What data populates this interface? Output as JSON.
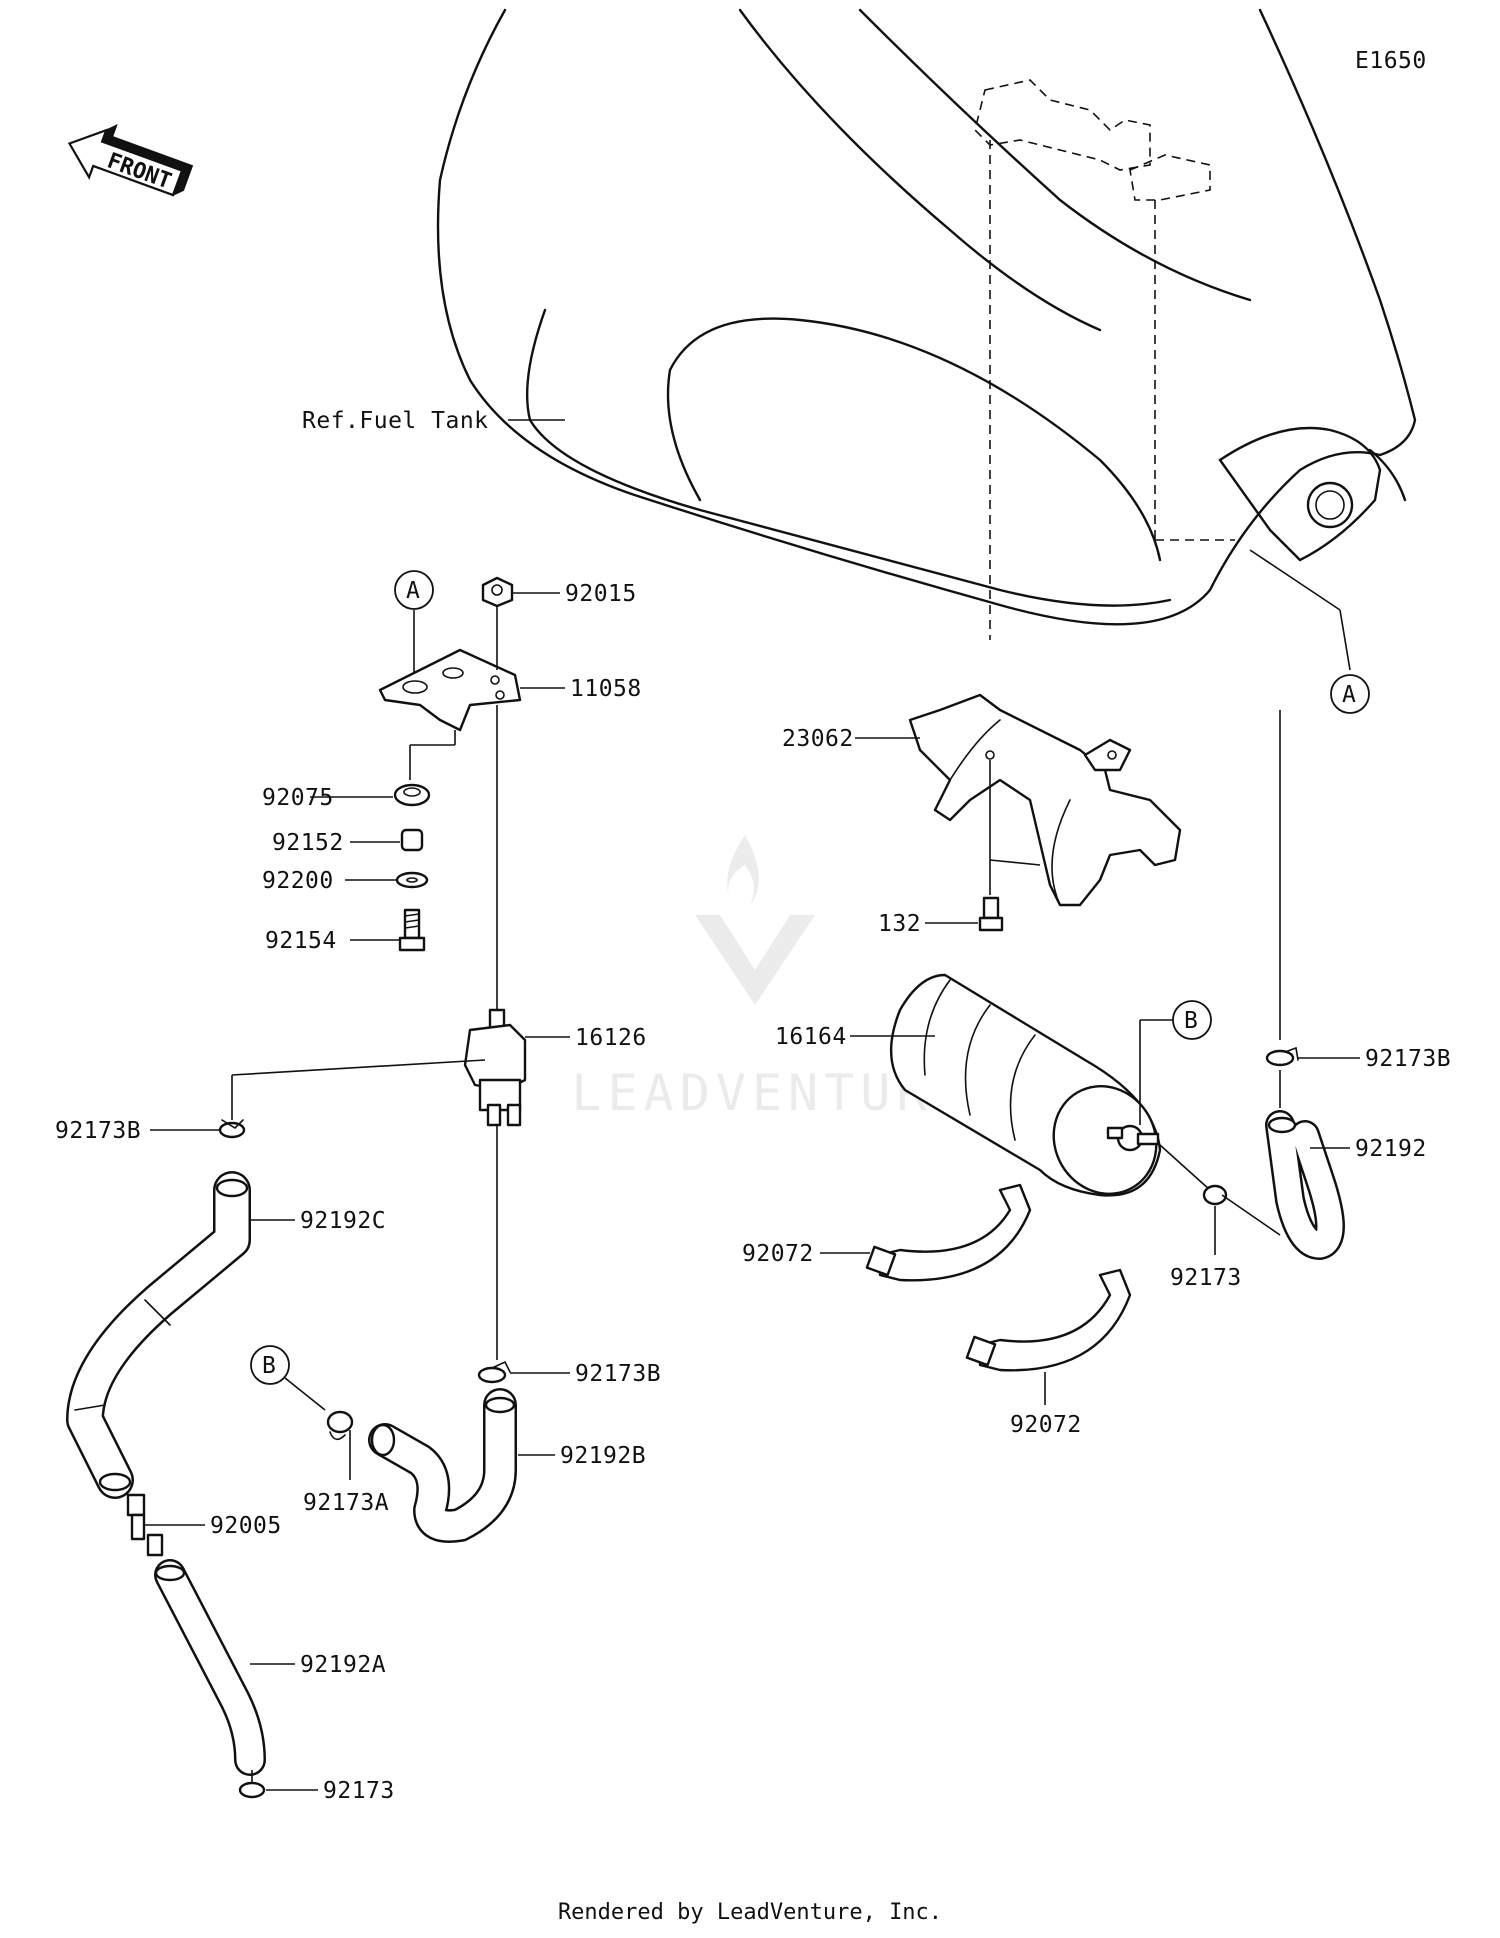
{
  "diagram_code": "E1650",
  "front_label": "FRONT",
  "reference_label": "Ref.Fuel Tank",
  "callout_a": "A",
  "callout_b": "B",
  "parts": {
    "p92015": "92015",
    "p11058": "11058",
    "p92075": "92075",
    "p92152": "92152",
    "p92200": "92200",
    "p92154": "92154",
    "p16126": "16126",
    "p92173B_left": "92173B",
    "p92192C": "92192C",
    "p92173B_mid": "92173B",
    "p92192B": "92192B",
    "p92173A": "92173A",
    "p92005": "92005",
    "p92192A": "92192A",
    "p92173_bottom": "92173",
    "p23062": "23062",
    "p132": "132",
    "p16164": "16164",
    "p92173B_right": "92173B",
    "p92192": "92192",
    "p92072_left": "92072",
    "p92173_right": "92173",
    "p92072_bottom": "92072"
  },
  "watermark": "LEADVENTURE",
  "footer": "Rendered by LeadVenture, Inc."
}
